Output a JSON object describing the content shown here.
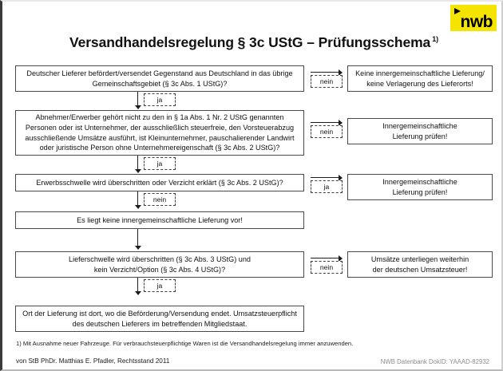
{
  "logo": {
    "brand": "nwb",
    "bg_color": "#f5e400",
    "triangle_icon": "triangle-right-icon"
  },
  "title": {
    "text": "Versandhandelsregelung § 3c UStG – Prüfungsschema",
    "footnote_marker": "1)"
  },
  "flow": {
    "boxes": [
      {
        "id": "q1",
        "side": "left",
        "lines": [
          "Deutscher Lieferer befördert/versendet Gegenstand aus Deutschland in das übrige",
          "Gemeinschaftsgebiet (§ 3c Abs. 1 UStG)?"
        ]
      },
      {
        "id": "q2",
        "side": "left",
        "lines": [
          "Abnehmer/Erwerber gehört nicht zu den in § 1a Abs. 1 Nr. 2 UStG genannten",
          "Personen oder ist Unternehmer, der ausschließlich steuerfreie, den Vorsteuerabzug",
          "ausschließende Umsätze ausführt, ist Kleinunternehmer, pauschalierender Landwirt",
          "oder juristische Person ohne Unternehmereigenschaft (§ 3c Abs. 2 UStG)?"
        ]
      },
      {
        "id": "q3",
        "side": "left",
        "lines": [
          "Erwerbsschwelle wird überschritten oder Verzicht erklärt (§ 3c Abs. 2 UStG)?"
        ]
      },
      {
        "id": "r1",
        "side": "left",
        "lines": [
          "Es liegt keine innergemeinschaftliche Lieferung vor!"
        ]
      },
      {
        "id": "q4",
        "side": "left",
        "lines": [
          "Lieferschwelle wird überschritten (§ 3c Abs. 3 UStG) und",
          "kein Verzicht/Option (§ 3c Abs. 4 UStG)?"
        ]
      },
      {
        "id": "r2",
        "side": "left",
        "lines": [
          "Ort der Lieferung ist dort, wo die Beförderung/Versendung endet. Umsatzsteuerpflicht",
          "des deutschen Lieferers im betreffenden Mitgliedstaat."
        ]
      },
      {
        "id": "o1",
        "side": "right",
        "lines": [
          "Keine innergemeinschaftliche Lieferung/",
          "keine Verlagerung des Lieferorts!"
        ]
      },
      {
        "id": "o2",
        "side": "right",
        "lines": [
          "Innergemeinschaftliche",
          "Lieferung prüfen!"
        ]
      },
      {
        "id": "o3",
        "side": "right",
        "lines": [
          "Innergemeinschaftliche",
          "Lieferung prüfen!"
        ]
      },
      {
        "id": "o4",
        "side": "right",
        "lines": [
          "Umsätze unterliegen weiterhin",
          "der deutschen Umsatzsteuer!"
        ]
      }
    ],
    "labels": {
      "branch_1_right": "nein",
      "branch_1_down": "ja",
      "branch_2_right": "nein",
      "branch_2_down": "ja",
      "branch_3_right": "ja",
      "branch_3_down": "nein",
      "branch_4_right": "nein",
      "branch_4_down": "ja"
    }
  },
  "footer": {
    "footnote": "1) Mit Ausnahme neuer Fahrzeuge. Für verbrauchsteuerpflichtige Waren ist die Versandhandelsregelung immer anzuwenden.",
    "author": "von StB PhDr. Matthias E. Pfadler, Rechtsstand 2011",
    "dokid": "NWB Datenbank DokID: YAAAD-82932"
  }
}
